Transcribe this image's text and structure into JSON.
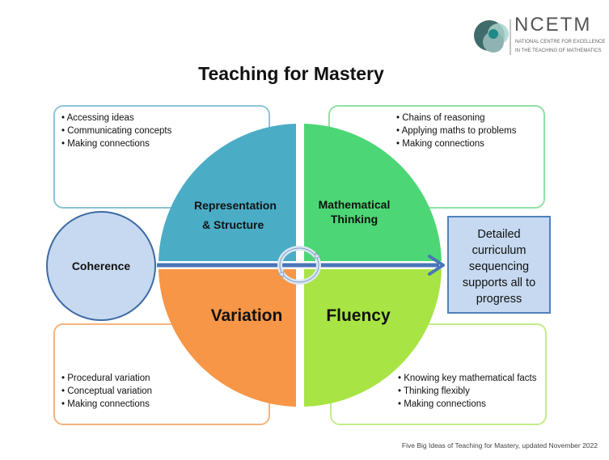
{
  "logo": {
    "name": "NCETM",
    "subtitle_line1": "NATIONAL CENTRE FOR EXCELLENCE",
    "subtitle_line2": "IN THE TEACHING OF MATHEMATICS"
  },
  "title": "Teaching for Mastery",
  "quadrants": {
    "representation": {
      "label_line1": "Representation",
      "label_line2": "& Structure",
      "color": "#4bacc6",
      "bullets": [
        "Accessing ideas",
        "Communicating concepts",
        "Making connections"
      ]
    },
    "thinking": {
      "label_line1": "Mathematical",
      "label_line2": "Thinking",
      "color": "#4cd675",
      "bullets": [
        "Chains of reasoning",
        "Applying maths to problems",
        "Making connections"
      ]
    },
    "variation": {
      "label": "Variation",
      "color": "#f79646",
      "bullets": [
        "Procedural variation",
        "Conceptual variation",
        "Making connections"
      ]
    },
    "fluency": {
      "label": "Fluency",
      "color": "#a8e444",
      "bullets": [
        "Knowing key mathematical facts",
        "Thinking flexibly",
        "Making connections"
      ]
    }
  },
  "coherence": "Coherence",
  "outcome": "Detailed curriculum sequencing supports all to progress",
  "footer": "Five Big Ideas of Teaching for Mastery, updated November 2022"
}
